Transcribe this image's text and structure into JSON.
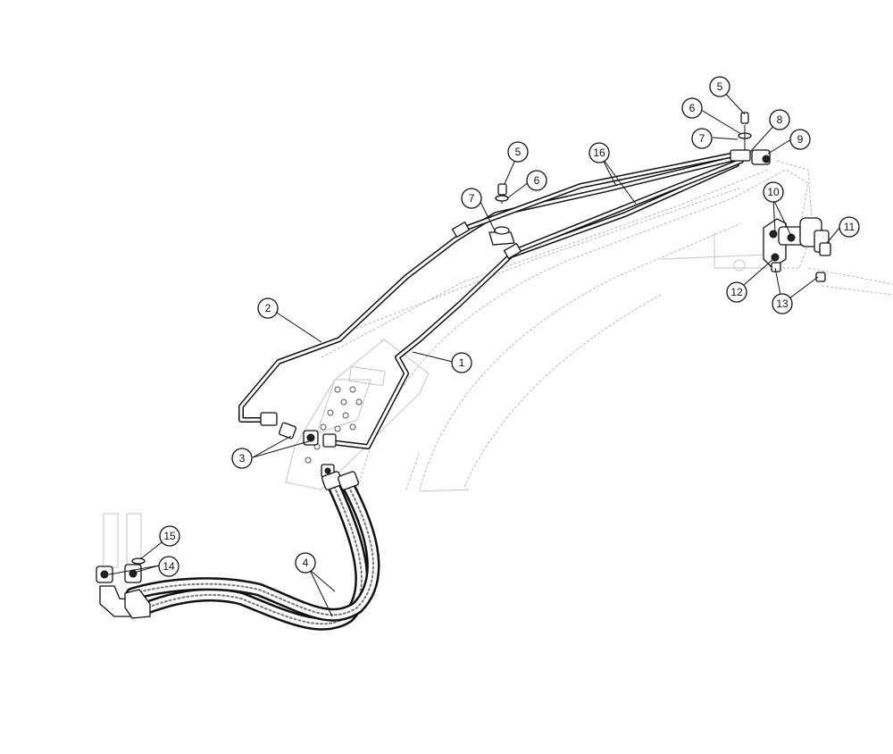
{
  "callouts": [
    {
      "id": "c1",
      "label": "1"
    },
    {
      "id": "c2",
      "label": "2"
    },
    {
      "id": "c3",
      "label": "3"
    },
    {
      "id": "c4",
      "label": "4"
    },
    {
      "id": "c5a",
      "label": "5"
    },
    {
      "id": "c5b",
      "label": "5"
    },
    {
      "id": "c6a",
      "label": "6"
    },
    {
      "id": "c6b",
      "label": "6"
    },
    {
      "id": "c7a",
      "label": "7"
    },
    {
      "id": "c7b",
      "label": "7"
    },
    {
      "id": "c8",
      "label": "8"
    },
    {
      "id": "c9",
      "label": "9"
    },
    {
      "id": "c10",
      "label": "10"
    },
    {
      "id": "c11",
      "label": "11"
    },
    {
      "id": "c12",
      "label": "12"
    },
    {
      "id": "c13",
      "label": "13"
    },
    {
      "id": "c14",
      "label": "14"
    },
    {
      "id": "c15",
      "label": "15"
    },
    {
      "id": "c16",
      "label": "16"
    }
  ]
}
